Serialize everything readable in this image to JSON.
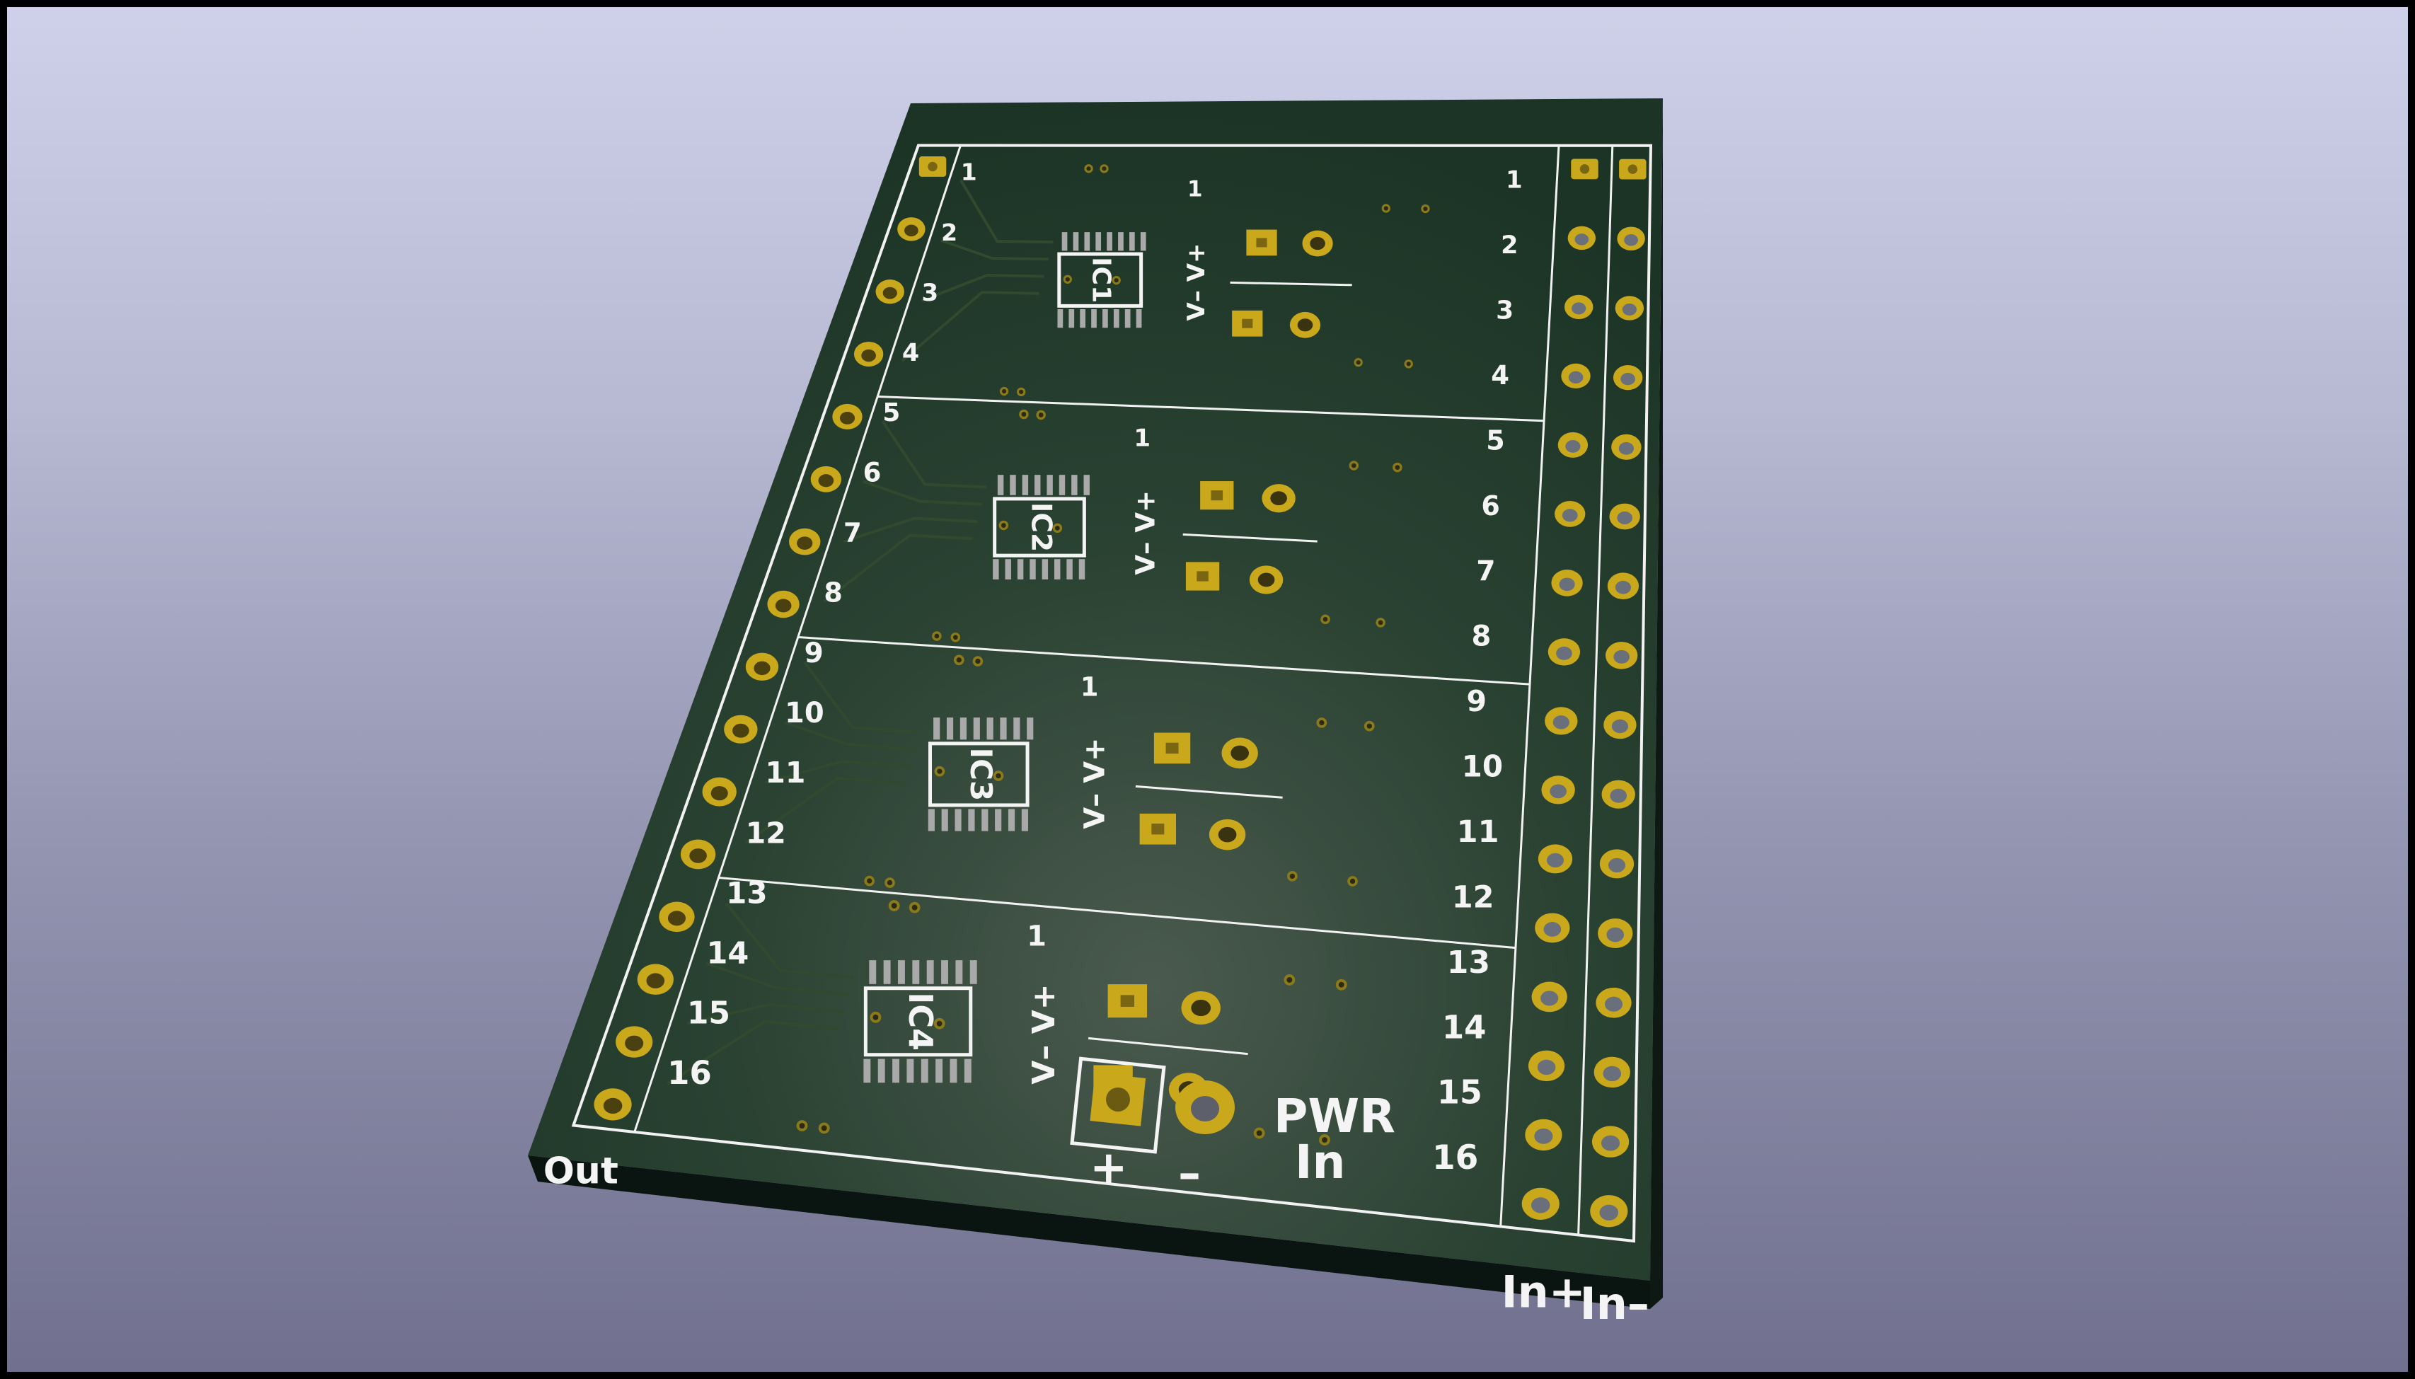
{
  "board": {
    "colors": {
      "soldermask": "#1d3527",
      "copper_pad": "#c9a81b",
      "silkscreen": "#f4f4f4",
      "smd_pad": "#a9a9a9",
      "background_top": "#cfd1ea",
      "background_bottom": "#70708e"
    },
    "left_connector": {
      "pins": 16,
      "label": "Out"
    },
    "right_connector": {
      "pins": 16,
      "labels": [
        "In+",
        "In–"
      ]
    },
    "channels": [
      {
        "ref": "IC1",
        "pin1": "1",
        "supply": "V– V+",
        "pins": [
          "1",
          "2",
          "3",
          "4"
        ]
      },
      {
        "ref": "IC2",
        "pin1": "1",
        "supply": "V– V+",
        "pins": [
          "5",
          "6",
          "7",
          "8"
        ]
      },
      {
        "ref": "IC3",
        "pin1": "1",
        "supply": "V– V+",
        "pins": [
          "9",
          "10",
          "11",
          "12"
        ]
      },
      {
        "ref": "IC4",
        "pin1": "1",
        "supply": "V– V+",
        "pins": [
          "13",
          "14",
          "15",
          "16"
        ]
      }
    ],
    "power": {
      "label_line1": "PWR",
      "label_line2": "In",
      "plus": "+",
      "minus": "–"
    }
  }
}
